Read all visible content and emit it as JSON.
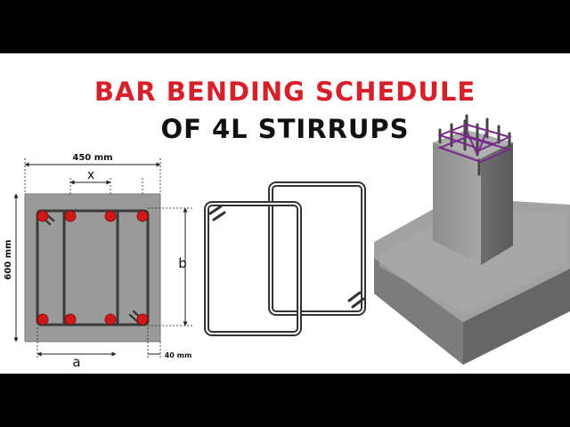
{
  "title": {
    "line1": "BAR BENDING SCHEDULE",
    "line2": "OF 4L STIRRUPS"
  },
  "plan": {
    "width_label": "450 mm",
    "depth_label": "600 mm",
    "spacing_label": "x",
    "inner_width_label": "a",
    "inner_depth_label": "b",
    "cover_label": "40 mm",
    "bar_count": 8
  },
  "colors": {
    "title_accent": "#d6212a",
    "title_dark": "#111111",
    "concrete": "#9a9a9a",
    "rebar": "#d01818",
    "stirrup": "#3a3a3a",
    "column_tie": "#7a2a8a"
  }
}
